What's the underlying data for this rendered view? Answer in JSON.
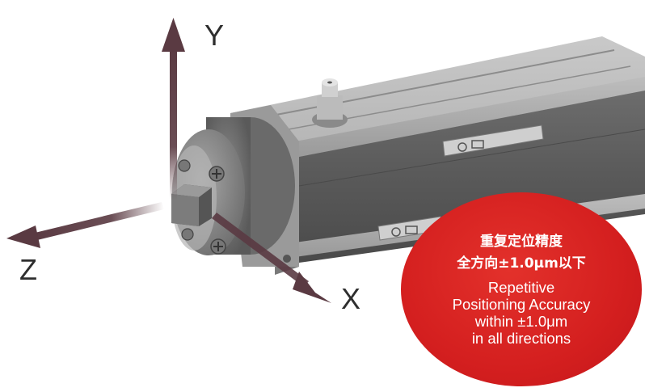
{
  "axes": {
    "y_label": "Y",
    "z_label": "Z",
    "x_label": "X",
    "arrow_color": "#5a3a42"
  },
  "badge": {
    "jp_line1": "重复定位精度",
    "jp_line2": "全方向±1.0μm以下",
    "en_line1": "Repetitive",
    "en_line2": "Positioning Accuracy",
    "en_line3": "within ±1.0μm",
    "en_line4": "in all directions",
    "color": "#d41f1f"
  },
  "product": {
    "body_color": "#8a8a8a"
  }
}
